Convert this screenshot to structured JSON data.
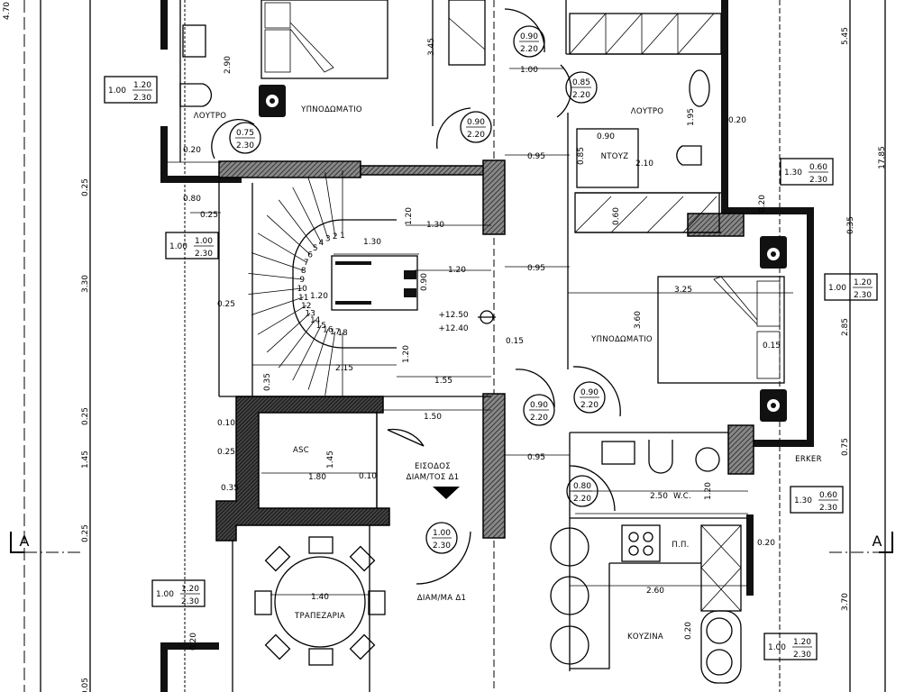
{
  "rooms": [
    "ΥΠΝΟΔΩΜΑΤΙΟ",
    "ΛΟΥΤΡΟ",
    "ΛΟΥΤΡΟ",
    "ΝΤΟΥΖ",
    "ΥΠΝΟΔΩΜΑΤΙΟ",
    "ASC",
    "ΕΙΣΟΔΟΣ",
    "ΔΙΑΜ/ΤΟΣ Δ1",
    "ΤΡΑΠΕΖΑΡΙΑ",
    "ΔΙΑΜ/ΜΑ Δ1",
    "W.C.",
    "Π.Π.",
    "ΚΟΥΖΙΝΑ",
    "ERKER"
  ],
  "section_markers": [
    "A",
    "A"
  ],
  "doors": [
    {
      "w": "0.90",
      "h": "2.20"
    },
    {
      "w": "0.85",
      "h": "2.20"
    },
    {
      "w": "0.90",
      "h": "2.20"
    },
    {
      "w": "0.75",
      "h": "2.30"
    },
    {
      "w": "0.90",
      "h": "2.20"
    },
    {
      "w": "0.90",
      "h": "2.20"
    },
    {
      "w": "0.80",
      "h": "2.20"
    },
    {
      "w": "1.00",
      "h": "2.30"
    }
  ],
  "windows": [
    {
      "sill": "1.00",
      "w": "1.20",
      "h": "2.30"
    },
    {
      "sill": "1.00",
      "w": "1.00",
      "h": "2.30"
    },
    {
      "sill": "1.30",
      "w": "0.60",
      "h": "2.30"
    },
    {
      "sill": "1.00",
      "w": "1.20",
      "h": "2.30"
    },
    {
      "sill": "1.00",
      "w": "1.20",
      "h": "2.30"
    },
    {
      "sill": "1.30",
      "w": "0.60",
      "h": "2.30"
    },
    {
      "sill": "1.00",
      "w": "1.20",
      "h": "2.30"
    }
  ],
  "dimensions": [
    "4.70",
    "2.90",
    "3.45",
    "1.00",
    "0.20",
    "0.25",
    "0.80",
    "0.25",
    "1.20",
    "1.30",
    "1.30",
    "1.20",
    "0.90",
    "1.20",
    "0.25",
    "3.30",
    "+12.50",
    "+12.40",
    "0.15",
    "2.15",
    "1.20",
    "1.55",
    "0.35",
    "1.50",
    "0.10",
    "1.45",
    "1.80",
    "0.10",
    "0.35",
    "0.25",
    "1.45",
    "0.25",
    "1.40",
    "0.95",
    "0.85",
    "0.90",
    "2.10",
    "1.95",
    "0.20",
    "0.60",
    "0.95",
    "3.25",
    "3.60",
    "0.95",
    "2.50",
    "1.20",
    "0.20",
    "2.60",
    "0.20",
    "5.45",
    "17.85",
    "0.35",
    "2.85",
    "0.75",
    "3.70",
    "0.05",
    "0.20",
    "0.20",
    "0.15",
    "0.25"
  ],
  "stair_steps": [
    "1",
    "2",
    "3",
    "4",
    "5",
    "6",
    "7",
    "8",
    "9",
    "10",
    "11",
    "12",
    "13",
    "14",
    "15",
    "16",
    "17",
    "18"
  ]
}
